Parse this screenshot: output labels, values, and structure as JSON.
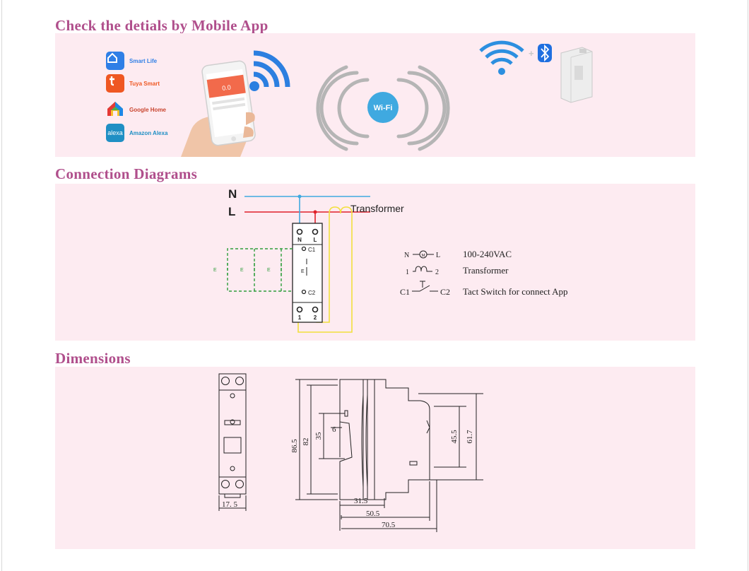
{
  "sections": {
    "app": "Check the detials by Mobile App",
    "connection": "Connection Diagrams",
    "dimensions": "Dimensions"
  },
  "apps": [
    {
      "name": "Smart Life",
      "color": "#2f7fe6"
    },
    {
      "name": "Tuya Smart",
      "color": "#ef5722"
    },
    {
      "name": "Google Home",
      "color": "#c9452f"
    },
    {
      "name": "Amazon Alexa",
      "color": "#1f8fc4"
    }
  ],
  "phone": {
    "reading": "0.0"
  },
  "alexa_text": "alexa",
  "wifi_badge": "Wi-Fi",
  "plus": "+",
  "colors": {
    "neutral": "#3fa9e0",
    "live": "#e0202a",
    "transformer": "#f2e03c",
    "switch": "#2e9e3c",
    "accent": "#b04f8c"
  },
  "wiring": {
    "n": "N",
    "l": "L",
    "transformer_label": "Transformer",
    "terminals": {
      "n": "N",
      "l": "L",
      "c1": "C1",
      "c2": "C2",
      "t1": "1",
      "t2": "2"
    },
    "switch_mark": "E"
  },
  "legend": [
    {
      "left": "N",
      "symbol": "M",
      "right": "L",
      "desc": "100-240VAC"
    },
    {
      "left": "1",
      "right": "2",
      "desc": "Transformer"
    },
    {
      "left": "C1",
      "right": "C2",
      "desc": "Tact Switch for connect App"
    }
  ],
  "dimensions": {
    "width": "17. 5",
    "height_total": "86.5",
    "height_body": "82",
    "window": "35",
    "gap": "6",
    "face": "45.5",
    "face_total": "61.7",
    "depth1": "31.5",
    "depth2": "50.5",
    "depth3": "70.5"
  }
}
